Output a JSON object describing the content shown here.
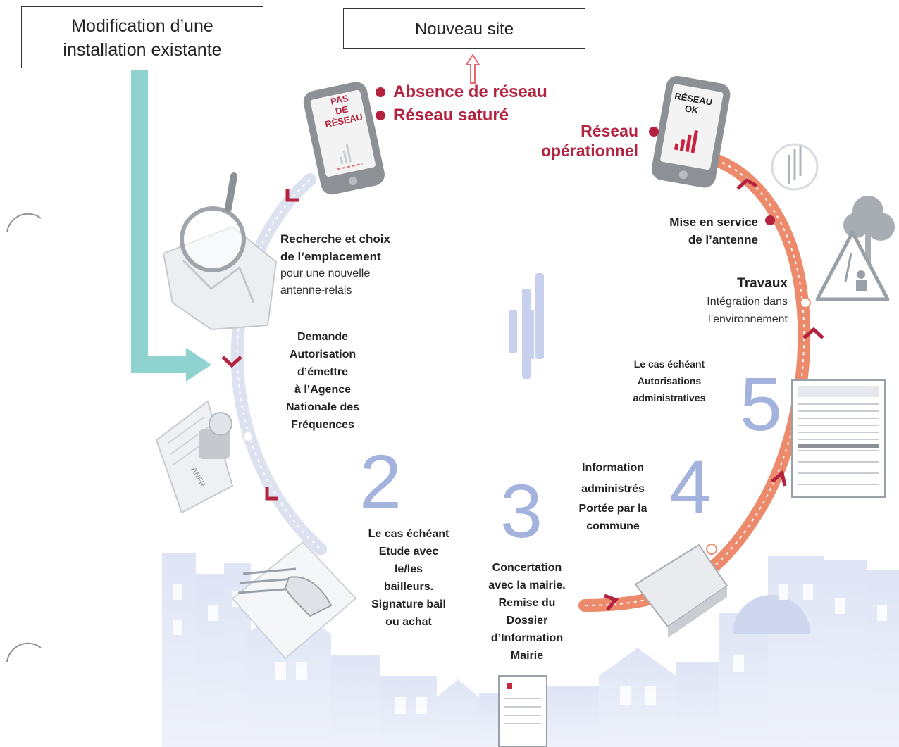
{
  "boxes": {
    "existing": [
      "Modification d’une",
      "installation existante"
    ],
    "new_site": "Nouveau site"
  },
  "problems": [
    "Absence de réseau",
    "Réseau saturé"
  ],
  "phone_left": [
    "PAS",
    "DE",
    "RÉSEAU"
  ],
  "phone_right": [
    "RÉSEAU",
    "OK"
  ],
  "network_ok": [
    "Réseau",
    "opérationnel"
  ],
  "step_search": {
    "title": [
      "Recherche et choix",
      "de l’emplacement"
    ],
    "sub": [
      "pour une nouvelle",
      "antenne-relais"
    ]
  },
  "step_anfr": [
    "Demande",
    "Autorisation",
    "d’émettre",
    "à l’Agence",
    "Nationale des",
    "Fréquences"
  ],
  "stamp_text": "ANFR",
  "step_bail": [
    "Le cas échéant",
    "Etude avec",
    "le/les",
    "bailleurs.",
    "Signature bail",
    "ou achat"
  ],
  "step_mairie": [
    "Concertation",
    "avec la mairie.",
    "Remise du",
    "Dossier",
    "d’Information",
    "Mairie"
  ],
  "step_info": [
    "Information",
    "administrés",
    "Portée par la",
    "commune"
  ],
  "step_admin": [
    "Le cas échéant",
    "Autorisations",
    "administratives"
  ],
  "step_travaux": {
    "title": "Travaux",
    "sub": [
      "Intégration dans",
      "l’environnement"
    ]
  },
  "step_service": [
    "Mise en service",
    "de l’antenne"
  ],
  "numbers": [
    "2",
    "3",
    "4",
    "5"
  ],
  "colors": {
    "accent_red": "#b5223f",
    "teal": "#8fd3d0",
    "orange_path": "#ec8a6b",
    "number_blue": "#a3b3de",
    "skyline": "#dde3f4"
  }
}
